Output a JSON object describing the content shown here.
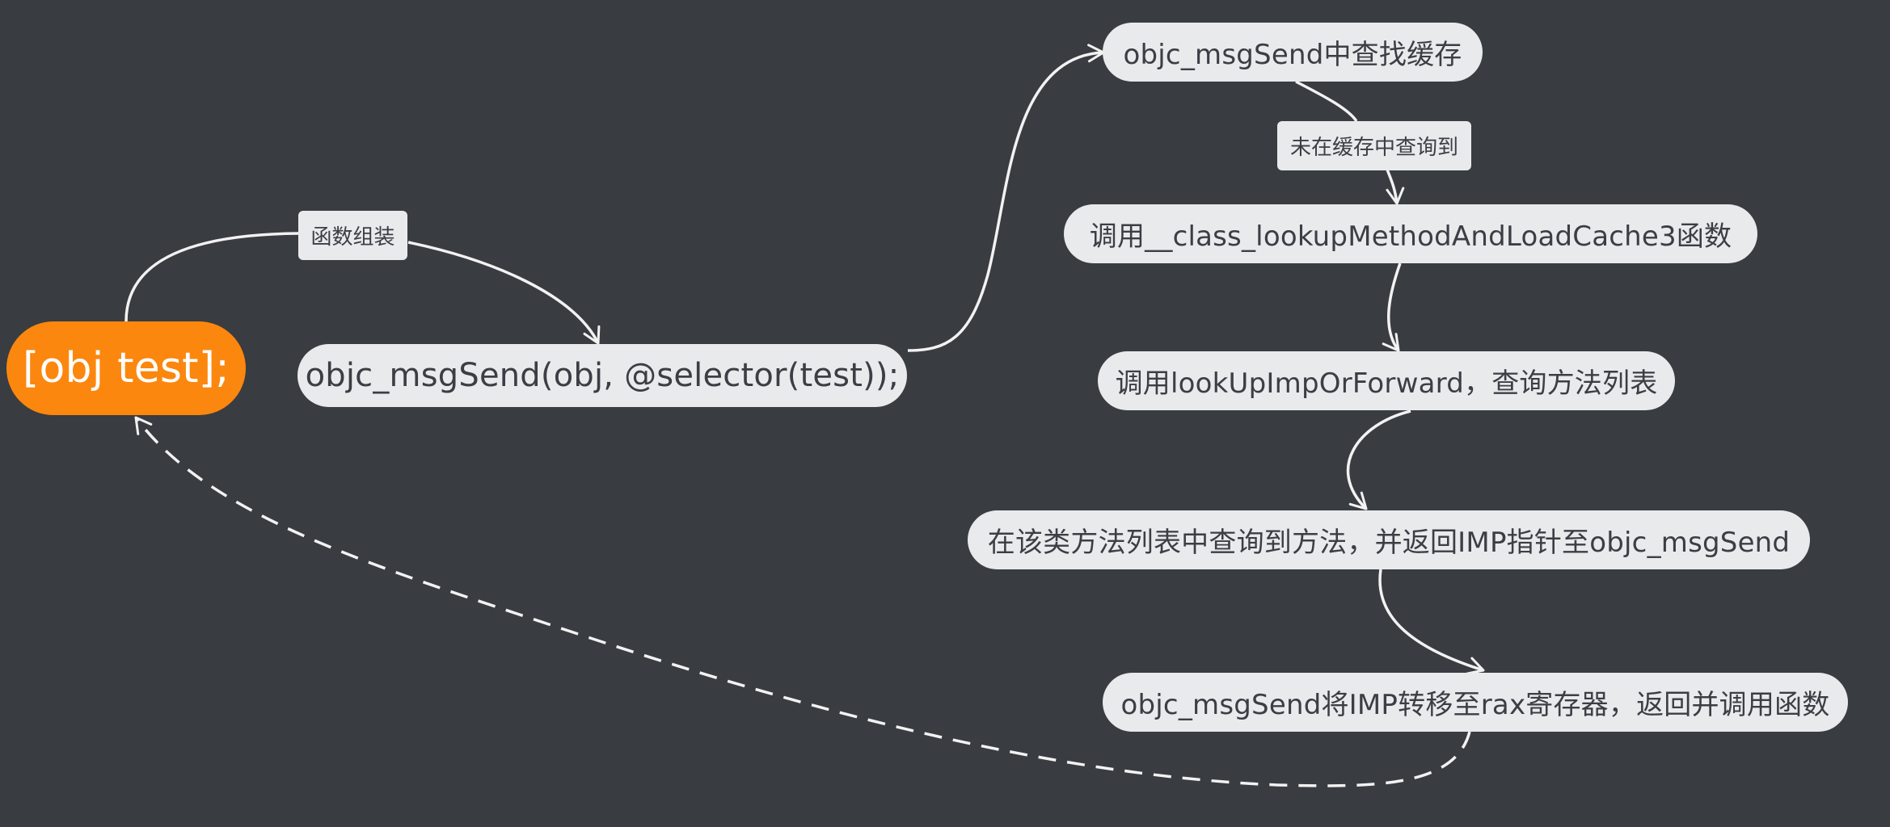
{
  "nodes": {
    "root": "[obj test];",
    "msgsend_call": "objc_msgSend(obj, @selector(test));",
    "cache_lookup": "objc_msgSend中查找缓存",
    "call_lookup_cache3": "调用__class_lookupMethodAndLoadCache3函数",
    "call_lookup_forward": "调用lookUpImpOrForward，查询方法列表",
    "found_method": "在该类方法列表中查询到方法，并返回IMP指针至objc_msgSend",
    "move_imp": "objc_msgSend将IMP转移至rax寄存器，返回并调用函数"
  },
  "edge_labels": {
    "assemble": "函数组装",
    "cache_miss": "未在缓存中查询到"
  },
  "colors": {
    "background": "#393c41",
    "node_fill": "#e9eaec",
    "node_text": "#3b3e44",
    "root_fill": "#fb870f",
    "root_text": "#ffffff",
    "connector": "#f2f2f2"
  }
}
